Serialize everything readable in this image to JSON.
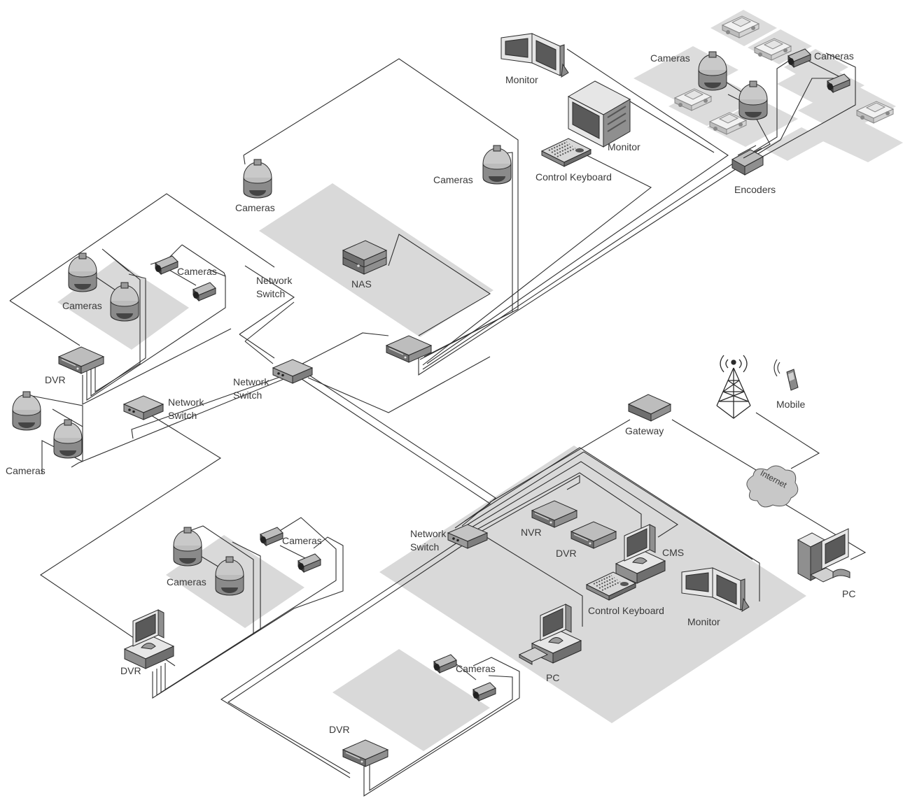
{
  "labels": {
    "cameras_left_pair": "Cameras",
    "cameras_left_bullet": "Cameras",
    "cameras_nas_left": "Cameras",
    "cameras_nas_right": "Cameras",
    "cameras_parking_left": "Cameras",
    "cameras_parking_right": "Cameras",
    "cameras_far_left": "Cameras",
    "cameras_lower_pair": "Cameras",
    "cameras_lower_bullet": "Cameras",
    "cameras_bottom": "Cameras",
    "monitor_top_left": "Monitor",
    "monitor_top_right": "Monitor",
    "monitor_bottom": "Monitor",
    "control_keyboard_top": "Control Keyboard",
    "control_keyboard_bottom": "Control Keyboard",
    "encoders": "Encoders",
    "nas": "NAS",
    "network_switch_top": [
      "Network",
      "Switch"
    ],
    "network_switch_center": [
      "Network",
      "Switch"
    ],
    "network_switch_left": [
      "Network",
      "Switch"
    ],
    "network_switch_bottom": [
      "Network",
      "Switch"
    ],
    "dvr_upper": "DVR",
    "dvr_lower": "DVR",
    "dvr_center": "DVR",
    "dvr_bottom": "DVR",
    "nvr": "NVR",
    "cms": "CMS",
    "gateway": "Gateway",
    "mobile": "Mobile",
    "internet": "Internet",
    "pc_center": "PC",
    "pc_right": "PC"
  },
  "icons": {
    "dome_camera": "dome-camera-icon",
    "bullet_camera": "bullet-camera-icon",
    "recorder": "recorder-icon",
    "switch": "network-switch-icon",
    "monitor": "monitor-icon",
    "keyboard": "keyboard-icon",
    "pc": "pc-icon",
    "cell_tower": "cell-tower-icon",
    "mobile": "mobile-phone-icon",
    "cloud": "cloud-icon",
    "car": "car-icon"
  },
  "colors": {
    "area_fill": "#d9d9d9",
    "line": "#2f2f2f",
    "device": "#8f8f8f"
  }
}
